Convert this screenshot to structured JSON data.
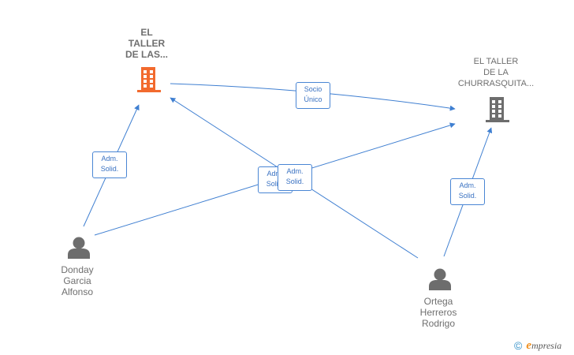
{
  "nodes": {
    "company1": {
      "label_lines": [
        "EL",
        "TALLER",
        "DE LAS..."
      ],
      "icon": "building-icon",
      "color": "#f26a2e"
    },
    "company2": {
      "label_lines": [
        "EL TALLER",
        "DE LA",
        "CHURRASQUITA..."
      ],
      "icon": "building-icon",
      "color": "#6d6d6d"
    },
    "person1": {
      "label_lines": [
        "Donday",
        "Garcia",
        "Alfonso"
      ],
      "icon": "person-icon"
    },
    "person2": {
      "label_lines": [
        "Ortega",
        "Herreros",
        "Rodrigo"
      ],
      "icon": "person-icon"
    }
  },
  "edges": [
    {
      "from": "company1",
      "to": "company2",
      "label_lines": [
        "Socio",
        "Único"
      ]
    },
    {
      "from": "person1",
      "to": "company1",
      "label_lines": [
        "Adm.",
        "Solid."
      ]
    },
    {
      "from": "person1",
      "to": "company2",
      "label_lines": [
        "Adm.",
        "Solid."
      ]
    },
    {
      "from": "person2",
      "to": "company1",
      "label_lines": [
        "Adm.",
        "Solid."
      ]
    },
    {
      "from": "person2",
      "to": "company2",
      "label_lines": [
        "Adm.",
        "Solid."
      ]
    }
  ],
  "colors": {
    "edge": "#3f7fd1",
    "edge_label_border": "#4a86d4",
    "person_icon": "#6d6d6d"
  },
  "footer": {
    "copyright_symbol": "©",
    "brand_first": "e",
    "brand_rest": "mpresia"
  }
}
